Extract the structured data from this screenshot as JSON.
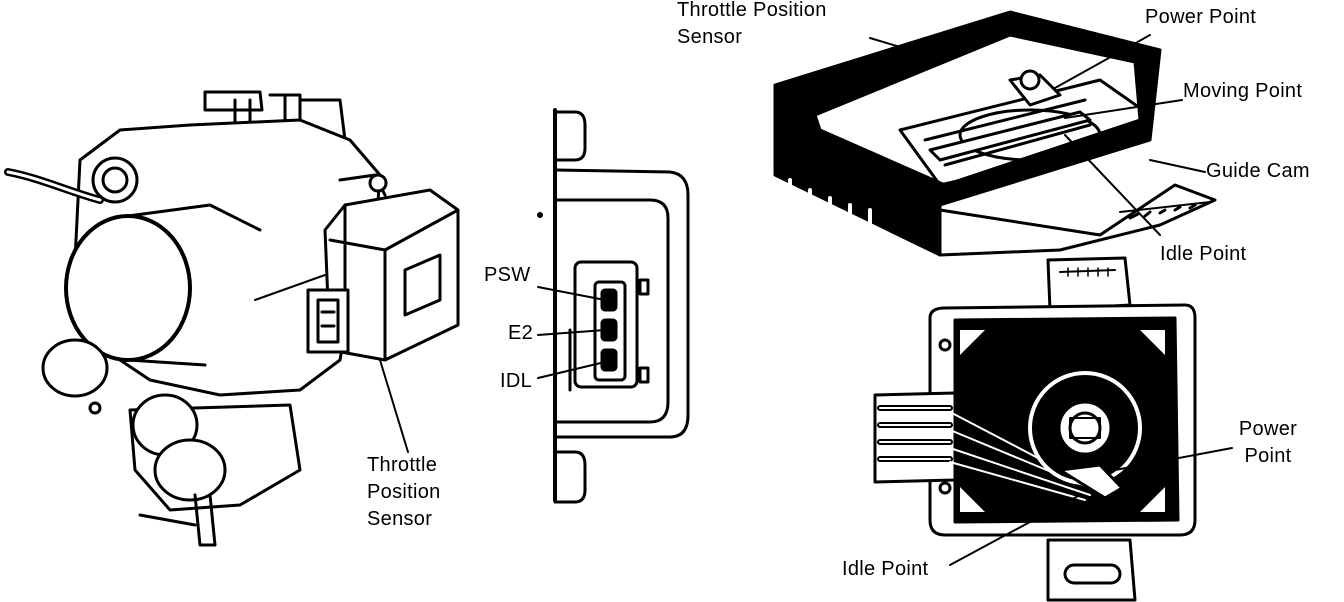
{
  "colors": {
    "ink": "#000000",
    "paper": "#ffffff"
  },
  "labels": {
    "tps_left_1": "Throttle",
    "tps_left_2": "Position",
    "tps_left_3": "Sensor",
    "psw": "PSW",
    "e2": "E2",
    "idl": "IDL",
    "tps_top_1": "Throttle Position",
    "tps_top_2": "Sensor",
    "power_point_top": "Power Point",
    "moving_point": "Moving Point",
    "guide_cam": "Guide Cam",
    "idle_point_top": "Idle Point",
    "power_point_right_1": "Power",
    "power_point_right_2": "Point",
    "idle_point_bottom": "Idle Point"
  }
}
